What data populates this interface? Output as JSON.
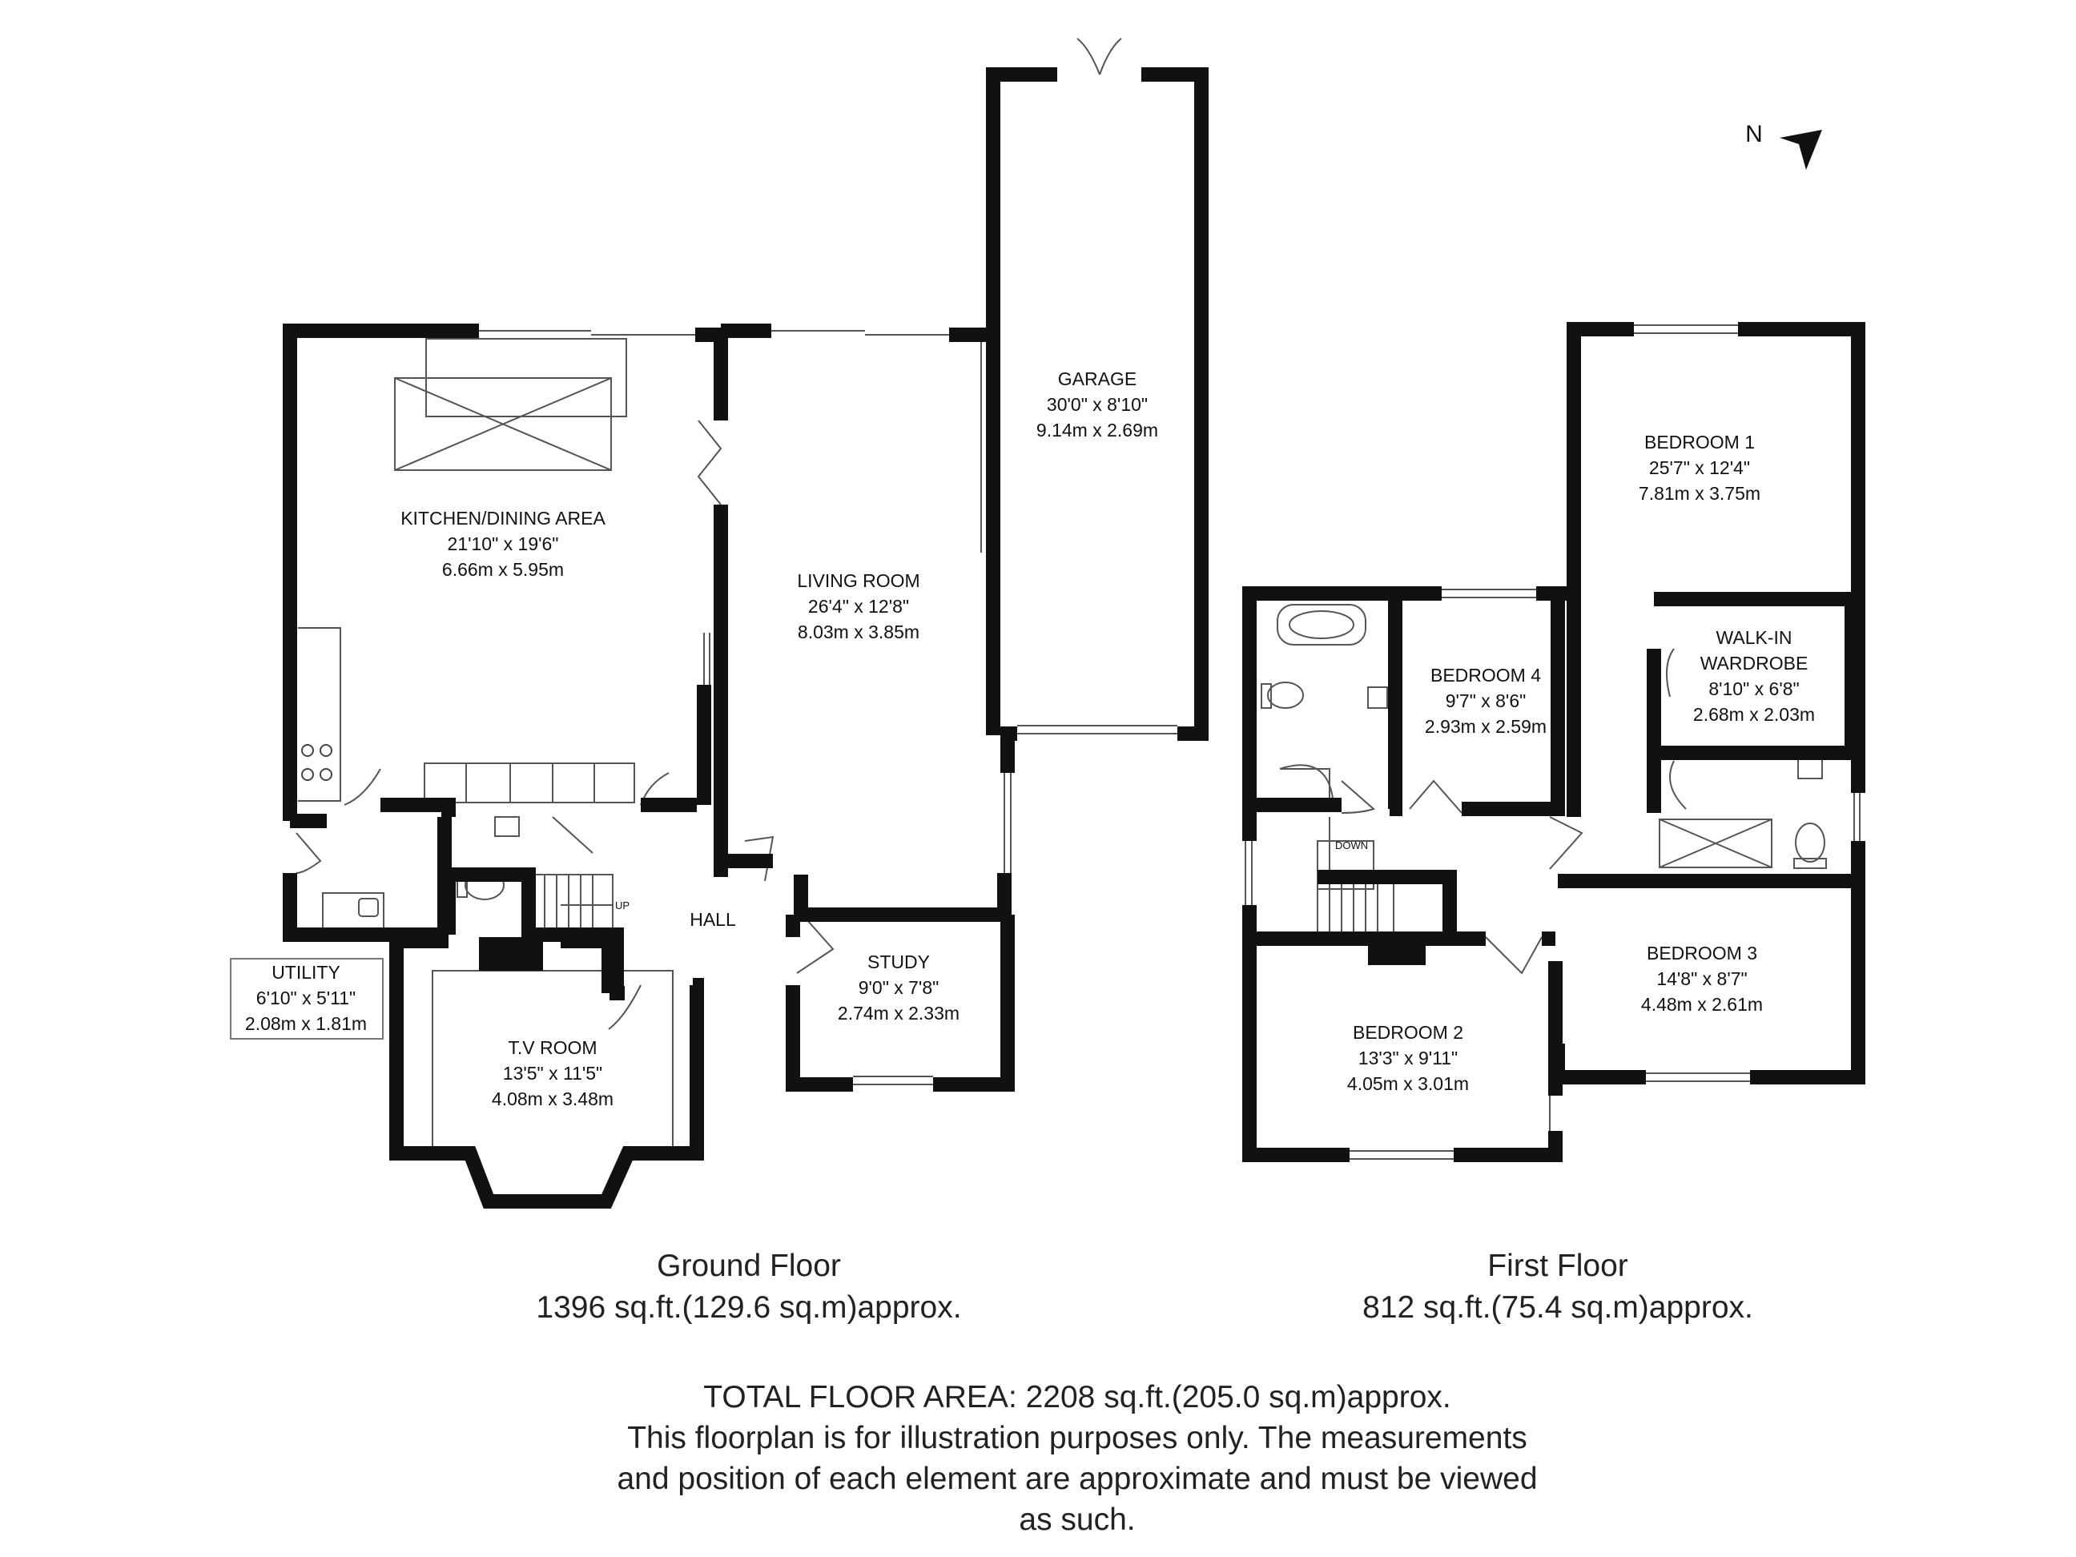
{
  "compass": {
    "letter": "N",
    "icon": "north-arrow-icon"
  },
  "ground_floor": {
    "title": "Ground Floor",
    "area": "1396 sq.ft.(129.6 sq.m)approx.",
    "rooms": [
      {
        "id": "kitchen",
        "lines": [
          "KITCHEN/DINING AREA",
          "21'10\" x 19'6\"",
          "6.66m x 5.95m"
        ]
      },
      {
        "id": "living",
        "lines": [
          "LIVING ROOM",
          "26'4\" x 12'8\"",
          "8.03m x 3.85m"
        ]
      },
      {
        "id": "garage",
        "lines": [
          "GARAGE",
          "30'0\" x 8'10\"",
          "9.14m x 2.69m"
        ]
      },
      {
        "id": "utility",
        "lines": [
          "UTILITY",
          "6'10\" x 5'11\"",
          "2.08m x 1.81m"
        ]
      },
      {
        "id": "tv",
        "lines": [
          "T.V ROOM",
          "13'5\" x 11'5\"",
          "4.08m x 3.48m"
        ]
      },
      {
        "id": "study",
        "lines": [
          "STUDY",
          "9'0\" x 7'8\"",
          "2.74m x 2.33m"
        ]
      }
    ],
    "hall": "HALL",
    "stairs": "UP"
  },
  "first_floor": {
    "title": "First Floor",
    "area": "812 sq.ft.(75.4 sq.m)approx.",
    "rooms": [
      {
        "id": "bed1",
        "lines": [
          "BEDROOM 1",
          "25'7\" x 12'4\"",
          "7.81m x 3.75m"
        ]
      },
      {
        "id": "wardrobe",
        "lines": [
          "WALK-IN",
          "WARDROBE",
          "8'10\" x 6'8\"",
          "2.68m x 2.03m"
        ]
      },
      {
        "id": "bed4",
        "lines": [
          "BEDROOM 4",
          "9'7\" x 8'6\"",
          "2.93m x 2.59m"
        ]
      },
      {
        "id": "bed2",
        "lines": [
          "BEDROOM 2",
          "13'3\" x 9'11\"",
          "4.05m x 3.01m"
        ]
      },
      {
        "id": "bed3",
        "lines": [
          "BEDROOM 3",
          "14'8\" x 8'7\"",
          "4.48m x 2.61m"
        ]
      }
    ],
    "stairs": "DOWN"
  },
  "footer": {
    "total": "TOTAL FLOOR AREA: 2208 sq.ft.(205.0 sq.m)approx.",
    "disclaimer": [
      "This floorplan is for illustration purposes only. The measurements",
      "and position of each element are approximate and must be viewed",
      "as such."
    ]
  }
}
